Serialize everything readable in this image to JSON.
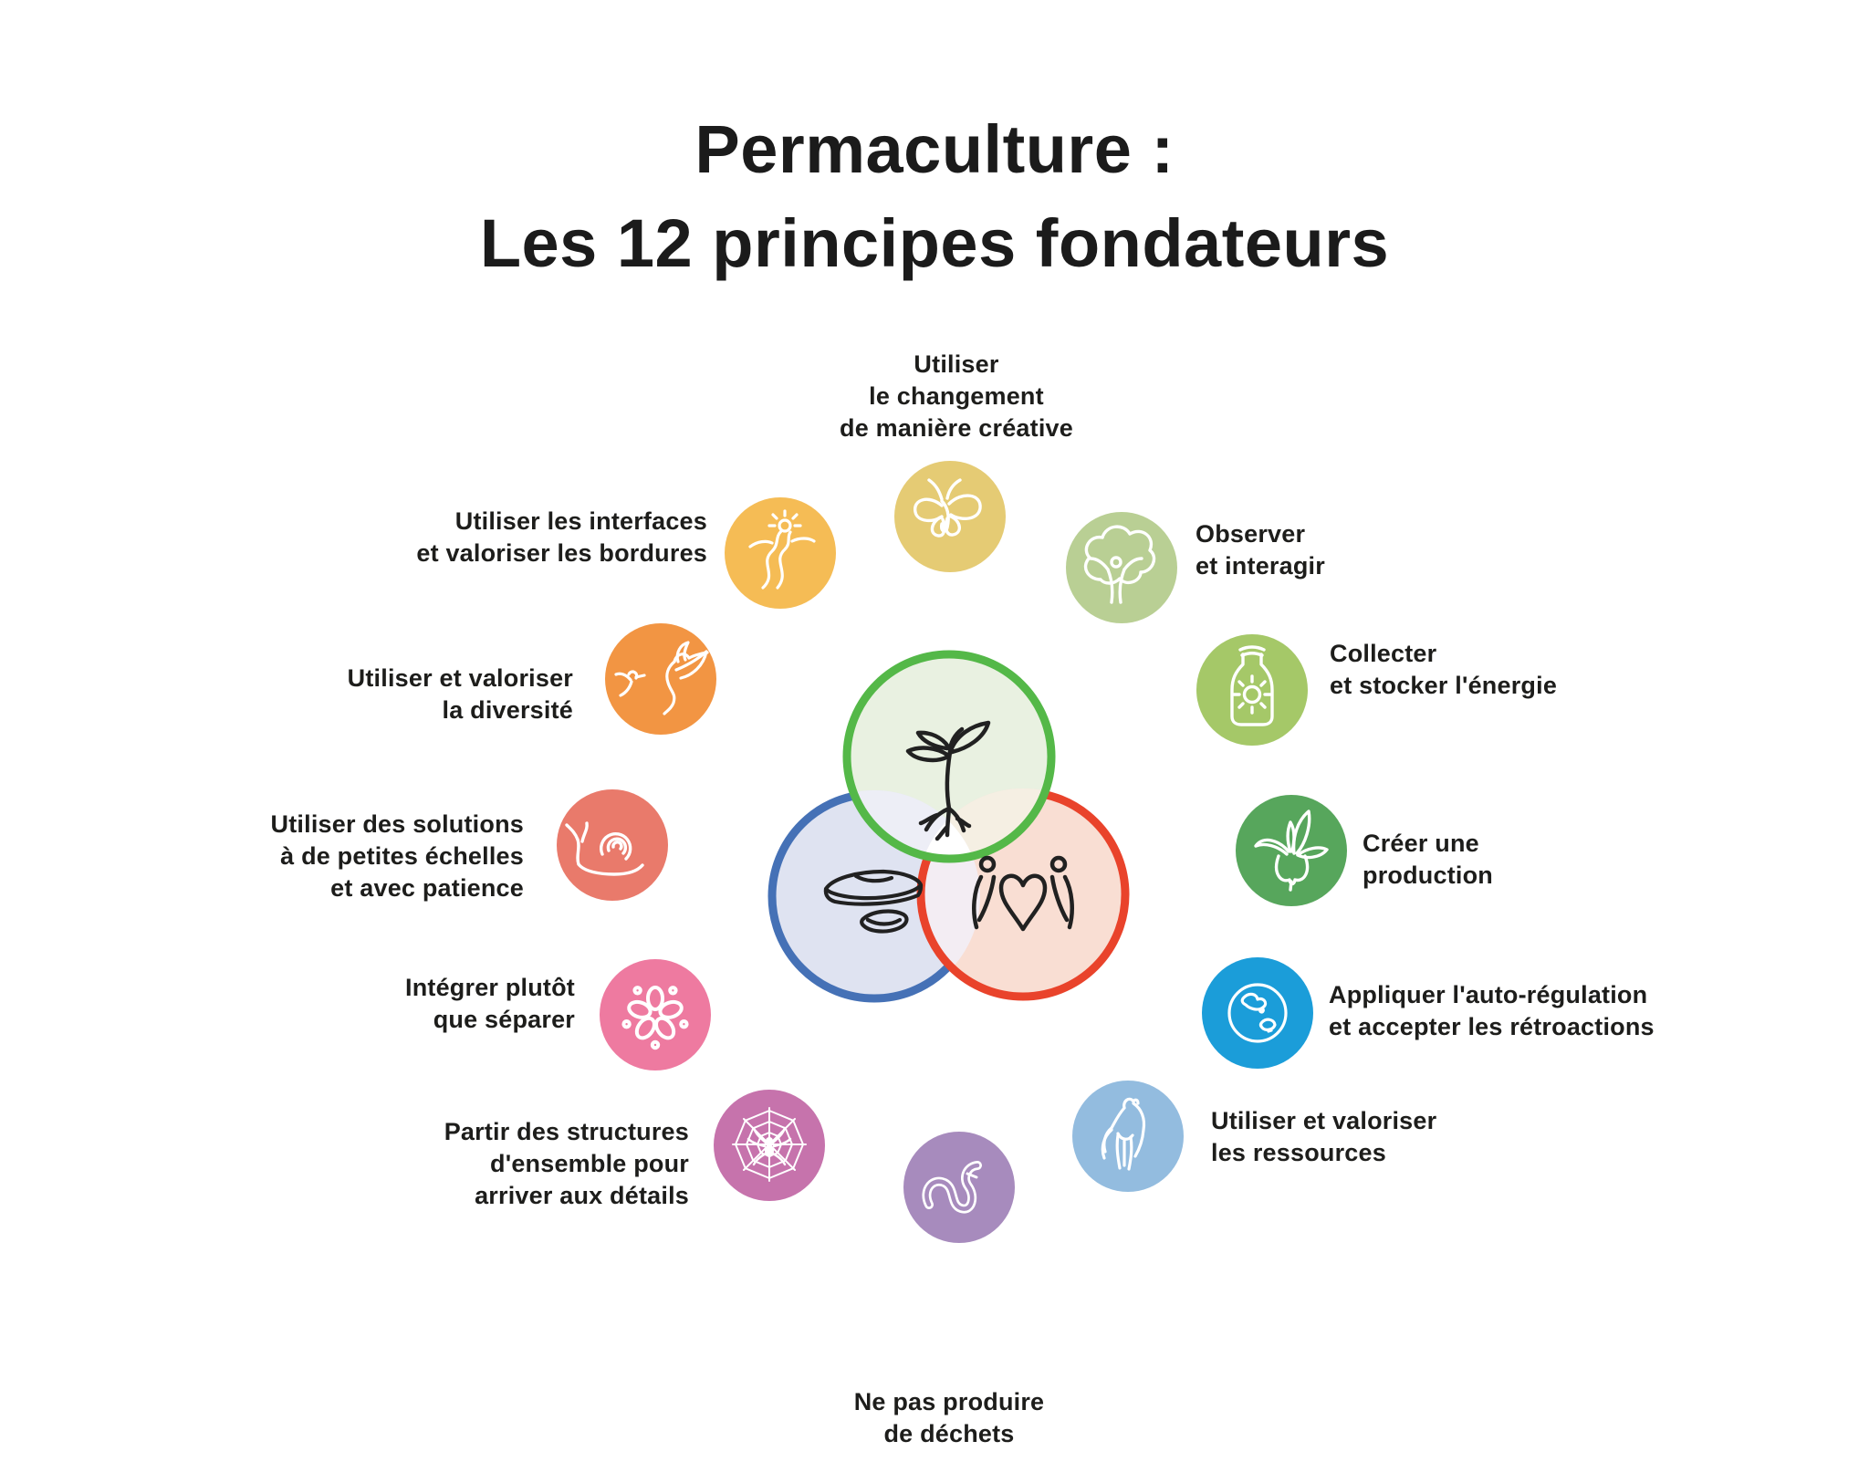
{
  "title": {
    "lines": [
      "Permaculture :",
      "Les 12 principes fondateurs"
    ]
  },
  "text_color": "#1d1d1b",
  "venn": {
    "ethics": [
      {
        "icon": "seedling-icon",
        "ring_color": "#54b848",
        "fill_color": "#e9f1e1"
      },
      {
        "icon": "flint-stones-icon",
        "ring_color": "#4571b6",
        "fill_color": "#dfe3f1"
      },
      {
        "icon": "people-heart-icon",
        "ring_color": "#e9432b",
        "fill_color": "#f9ded3"
      }
    ],
    "overlap_colors": {
      "green_blue": "#edeef6",
      "green_red": "#f5efe3",
      "blue_red": "#f3edf3",
      "center": "#ffffff"
    }
  },
  "principles": [
    {
      "lines": [
        "Utiliser",
        "le changement",
        "de manière créative"
      ],
      "color": "#e5cb74",
      "icon": "moth-icon"
    },
    {
      "lines": [
        "Observer",
        "et interagir"
      ],
      "color": "#b9cf94",
      "icon": "tree-person-icon"
    },
    {
      "lines": [
        "Collecter",
        "et stocker l'énergie"
      ],
      "color": "#a5c868",
      "icon": "bottle-sun-icon"
    },
    {
      "lines": [
        "Créer une",
        "production"
      ],
      "color": "#57a65c",
      "icon": "radish-icon"
    },
    {
      "lines": [
        "Appliquer l'auto-régulation",
        "et accepter les rétroactions"
      ],
      "color": "#1b9dd9",
      "icon": "globe-icon"
    },
    {
      "lines": [
        "Utiliser et valoriser",
        "les ressources"
      ],
      "color": "#93bcdf",
      "icon": "horse-icon"
    },
    {
      "lines": [
        "Ne pas produire",
        "de déchets"
      ],
      "color": "#a78bbd",
      "icon": "worm-icon"
    },
    {
      "lines": [
        "Partir des structures",
        "d'ensemble pour",
        "arriver aux détails"
      ],
      "color": "#c673ac",
      "icon": "spider-web-icon"
    },
    {
      "lines": [
        "Intégrer plutôt",
        "que séparer"
      ],
      "color": "#ee7aa0",
      "icon": "bubbles-icon"
    },
    {
      "lines": [
        "Utiliser des solutions",
        "à de petites échelles",
        "et avec patience"
      ],
      "color": "#e97a6b",
      "icon": "snail-icon"
    },
    {
      "lines": [
        "Utiliser et valoriser",
        "la diversité"
      ],
      "color": "#f29543",
      "icon": "hummingbirds-icon"
    },
    {
      "lines": [
        "Utiliser les interfaces",
        "et valoriser les bordures"
      ],
      "color": "#f5bc55",
      "icon": "river-sun-icon"
    }
  ]
}
